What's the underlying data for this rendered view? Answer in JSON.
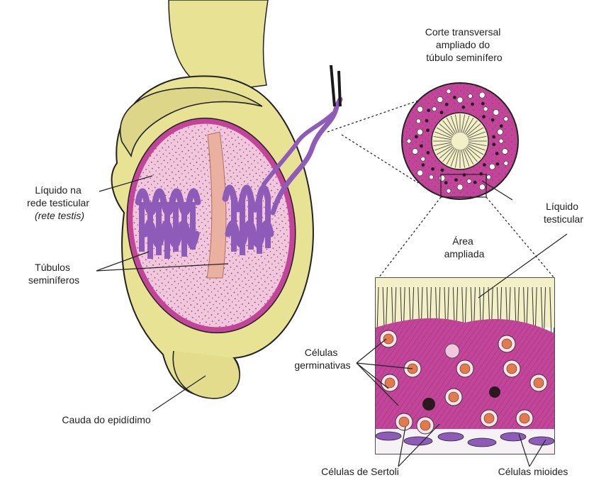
{
  "labels": {
    "cross_section_title": [
      "Corte transversal",
      "ampliado do",
      "túbulo seminífero"
    ],
    "rete_testis": [
      "Líquido na",
      "rede testicular",
      "(rete testis)"
    ],
    "tubules": [
      "Túbulos",
      "seminíferos"
    ],
    "testicular_fluid": [
      "Líquido",
      "testicular"
    ],
    "enlarged_area": [
      "Área",
      "ampliada"
    ],
    "germ_cells": [
      "Células",
      "germinativas"
    ],
    "epididymis_tail": "Cauda do epidídimo",
    "sertoli_cells": "Células de Sertoli",
    "myoid_cells": "Células mioides"
  },
  "colors": {
    "epididymis_yellow": "#e8e294",
    "tubule_purple": "#8e5cb8",
    "tissue_pink": "#f2c6dc",
    "magenta_wall": "#c2459a",
    "rete_salmon": "#eab0a0",
    "germ_cell_orange": "#e47a4a",
    "outline": "#222222"
  }
}
